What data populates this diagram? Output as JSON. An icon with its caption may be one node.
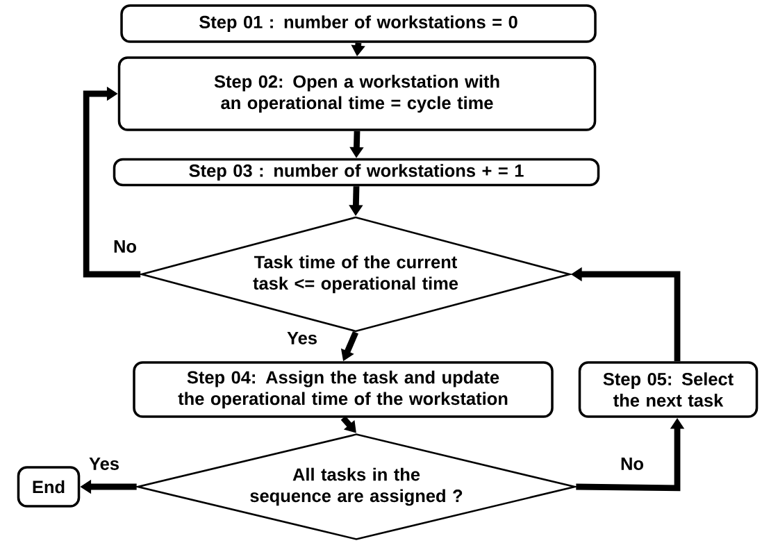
{
  "diagram": {
    "nodes": [
      {
        "text": [
          "Step 01 : number of workstations = 0"
        ]
      },
      {
        "text": [
          "Step 02: Open a workstation with an operational time = cycle time"
        ]
      },
      {
        "text": [
          "Step 03 : number of workstations + = 1"
        ]
      },
      {
        "text": [
          "Task time of the current task <= operational time"
        ]
      },
      {
        "text": [
          "Step 04: Assign the task and update the operational time of the workstation"
        ]
      },
      {
        "text": [
          "Step 05: Select the next task"
        ]
      },
      {
        "text": [
          "All tasks in the sequence are assigned ?"
        ]
      },
      {
        "text": [
          "End"
        ]
      }
    ],
    "edges": [
      {
        "from": 0,
        "to": 1,
        "arrow": "to"
      },
      {
        "from": 1,
        "to": 2,
        "arrow": "to"
      },
      {
        "from": 2,
        "to": 3,
        "arrow": "to"
      },
      {
        "from": 3,
        "to": 1,
        "arrow": "to",
        "label": "No"
      },
      {
        "from": 3,
        "to": 4,
        "arrow": "to",
        "label": "Yes"
      },
      {
        "from": 4,
        "to": 6,
        "arrow": "to"
      },
      {
        "from": 6,
        "to": 7,
        "arrow": "to",
        "label": "Yes"
      },
      {
        "from": 6,
        "to": 5,
        "arrow": "to",
        "label": "No"
      },
      {
        "from": 5,
        "to": 3,
        "arrow": "to"
      }
    ]
  }
}
